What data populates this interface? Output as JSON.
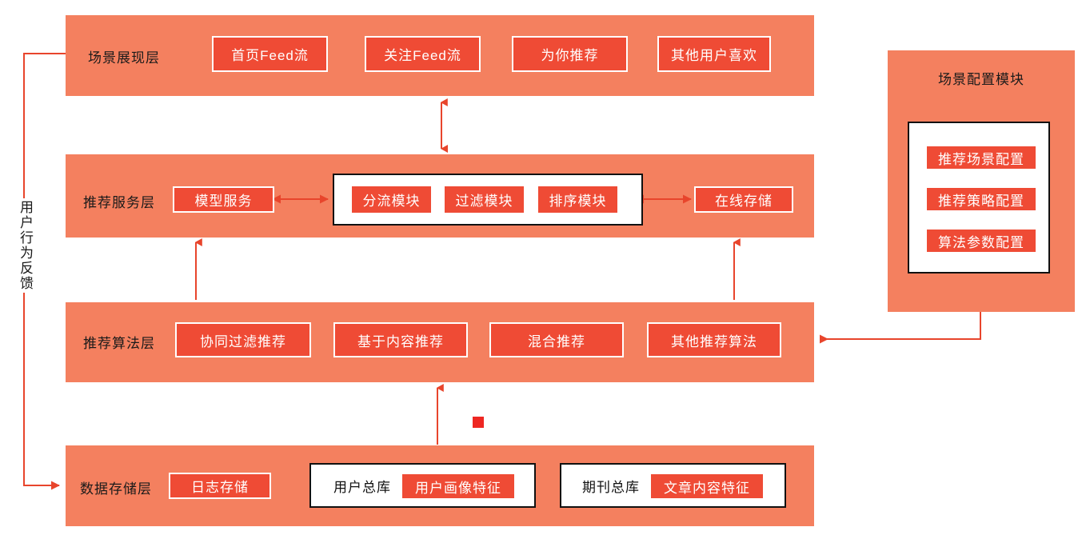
{
  "colors": {
    "band": "#F4805F",
    "node_fill": "#EF4B35",
    "node_border": "#FFFFFF",
    "group_border": "#111111",
    "group_fill": "#FFFFFF",
    "arrow": "#E8452C",
    "marker": "#EE2722",
    "text_dark": "#1A1A1A",
    "text_light": "#FFFFFF"
  },
  "side_caption": "用户行为反馈",
  "layers": [
    {
      "id": "scene-presentation",
      "label": "场景展现层",
      "nodes": [
        {
          "label": "首页Feed流"
        },
        {
          "label": "关注Feed流"
        },
        {
          "label": "为你推荐"
        },
        {
          "label": "其他用户喜欢"
        }
      ]
    },
    {
      "id": "recommend-service",
      "label": "推荐服务层",
      "nodes": [
        {
          "label": "模型服务"
        },
        {
          "label": "在线存储"
        }
      ],
      "group": {
        "chips": [
          {
            "label": "分流模块"
          },
          {
            "label": "过滤模块"
          },
          {
            "label": "排序模块"
          }
        ]
      }
    },
    {
      "id": "recommend-algorithm",
      "label": "推荐算法层",
      "nodes": [
        {
          "label": "协同过滤推荐"
        },
        {
          "label": "基于内容推荐"
        },
        {
          "label": "混合推荐"
        },
        {
          "label": "其他推荐算法"
        }
      ]
    },
    {
      "id": "data-storage",
      "label": "数据存储层",
      "nodes": [
        {
          "label": "日志存储"
        }
      ],
      "groups": [
        {
          "title": "用户总库",
          "chip": "用户画像特征"
        },
        {
          "title": "期刊总库",
          "chip": "文章内容特征"
        }
      ]
    }
  ],
  "config_panel": {
    "title": "场景配置模块",
    "items": [
      {
        "label": "推荐场景配置"
      },
      {
        "label": "推荐策略配置"
      },
      {
        "label": "算法参数配置"
      }
    ]
  }
}
